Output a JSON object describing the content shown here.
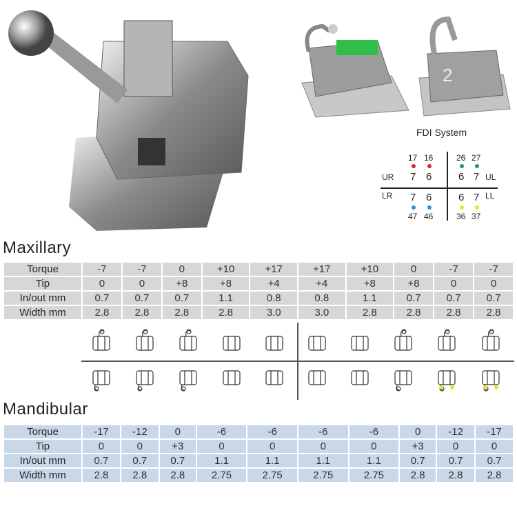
{
  "fdi": {
    "title": "FDI System",
    "quadrants": {
      "ur": "UR",
      "ul": "UL",
      "lr": "LR",
      "ll": "LL"
    },
    "upper_right": {
      "teeth": [
        "7",
        "6"
      ],
      "numbers": [
        "17",
        "16"
      ],
      "color": "#e0242c"
    },
    "upper_left": {
      "teeth": [
        "6",
        "7"
      ],
      "numbers": [
        "26",
        "27"
      ],
      "color": "#1f9a48"
    },
    "lower_right": {
      "teeth": [
        "7",
        "6"
      ],
      "numbers": [
        "47",
        "46"
      ],
      "color": "#2a8fd6"
    },
    "lower_left": {
      "teeth": [
        "6",
        "7"
      ],
      "numbers": [
        "36",
        "37"
      ],
      "color": "#f2e12a"
    }
  },
  "maxillary": {
    "title": "Maxillary",
    "rows": [
      {
        "label": "Torque",
        "values": [
          "-7",
          "-7",
          "0",
          "+10",
          "+17",
          "+17",
          "+10",
          "0",
          "-7",
          "-7"
        ]
      },
      {
        "label": "Tip",
        "values": [
          "0",
          "0",
          "+8",
          "+8",
          "+4",
          "+4",
          "+8",
          "+8",
          "0",
          "0"
        ]
      },
      {
        "label": "In/out mm",
        "values": [
          "0.7",
          "0.7",
          "0.7",
          "1.1",
          "0.8",
          "0.8",
          "1.1",
          "0.7",
          "0.7",
          "0.7"
        ]
      },
      {
        "label": "Width mm",
        "values": [
          "2.8",
          "2.8",
          "2.8",
          "2.8",
          "3.0",
          "3.0",
          "2.8",
          "2.8",
          "2.8",
          "2.8"
        ]
      }
    ]
  },
  "mandibular": {
    "title": "Mandibular",
    "rows": [
      {
        "label": "Torque",
        "values": [
          "-17",
          "-12",
          "0",
          "-6",
          "-6",
          "-6",
          "-6",
          "0",
          "-12",
          "-17"
        ]
      },
      {
        "label": "Tip",
        "values": [
          "0",
          "0",
          "+3",
          "0",
          "0",
          "0",
          "0",
          "+3",
          "0",
          "0"
        ]
      },
      {
        "label": "In/out mm",
        "values": [
          "0.7",
          "0.7",
          "0.7",
          "1.1",
          "1.1",
          "1.1",
          "1.1",
          "0.7",
          "0.7",
          "0.7"
        ]
      },
      {
        "label": "Width mm",
        "values": [
          "2.8",
          "2.8",
          "2.8",
          "2.75",
          "2.75",
          "2.75",
          "2.75",
          "2.8",
          "2.8",
          "2.8"
        ]
      }
    ]
  },
  "colors": {
    "max_table_bg": "#d7d7d7",
    "man_table_bg": "#c9d8e9"
  }
}
